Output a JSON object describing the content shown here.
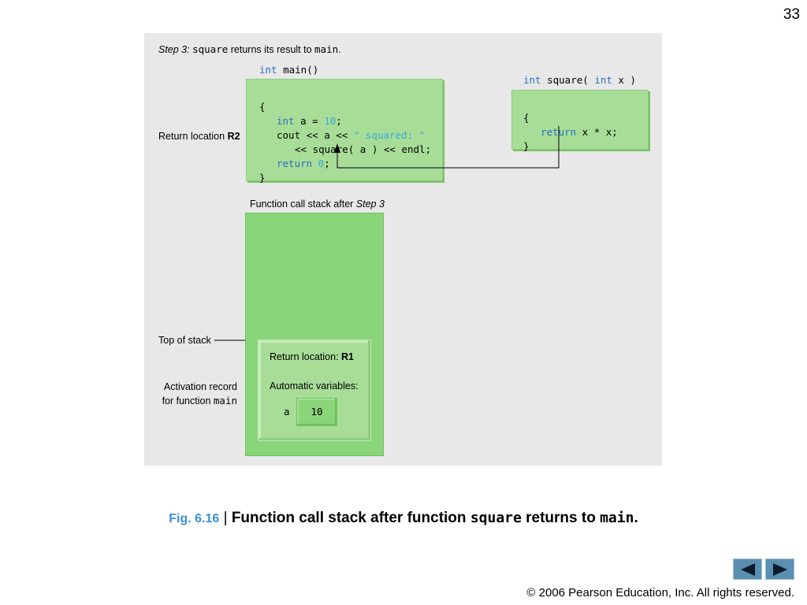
{
  "slide_number": "33",
  "step_caption": {
    "prefix": "Step 3:",
    "code1": "square",
    "mid": " returns its result to ",
    "code2": "main",
    "suffix": "."
  },
  "main_function": {
    "signature": {
      "kw": "int",
      "rest": " main()"
    },
    "lines": {
      "open": "{",
      "l1_kw": "int",
      "l1_mid": " a = ",
      "l1_num": "10",
      "l1_end": ";",
      "l2_a": "cout << a << ",
      "l2_str": "\" squared: \"",
      "l3": "<< square( a ) << endl;",
      "l4_kw": "return",
      "l4_num": "0",
      "l4_end": ";",
      "close": "}"
    }
  },
  "square_function": {
    "sig_kw1": "int",
    "sig_mid": " square( ",
    "sig_kw2": "int",
    "sig_end": " x )",
    "open": "{",
    "body_kw": "return",
    "body_rest": " x * x;",
    "close": "}"
  },
  "return_location_label": {
    "text": "Return location ",
    "bold": "R2"
  },
  "stack_title": {
    "text": "Function call stack after ",
    "italic": "Step 3"
  },
  "top_of_stack_label": "Top of stack",
  "activation_record_label": {
    "line1": "Activation record",
    "line2_text": "for function ",
    "line2_code": "main"
  },
  "record": {
    "return_location": {
      "text": "Return location: ",
      "bold": "R1"
    },
    "automatic_variables": "Automatic variables:",
    "variable": {
      "name": "a",
      "value": "10"
    }
  },
  "figure_caption": {
    "fig": "Fig. 6.16",
    "sep": " | ",
    "t1": "Function call stack after function ",
    "c1": "square",
    "t2": " returns to ",
    "c2": "main",
    "t3": "."
  },
  "nav": {
    "prev_icon": "left-arrow-icon",
    "next_icon": "right-arrow-icon"
  },
  "copyright": "© 2006 Pearson Education, Inc.  All rights reserved.",
  "colors": {
    "figure_bg": "#e8e8e8",
    "box_green": "#a8dd98",
    "stack_green": "#8ad47a",
    "keyword_blue": "#2a6ec2",
    "literal_cyan": "#3aa9d6",
    "nav_button": "#5a8fb0"
  }
}
